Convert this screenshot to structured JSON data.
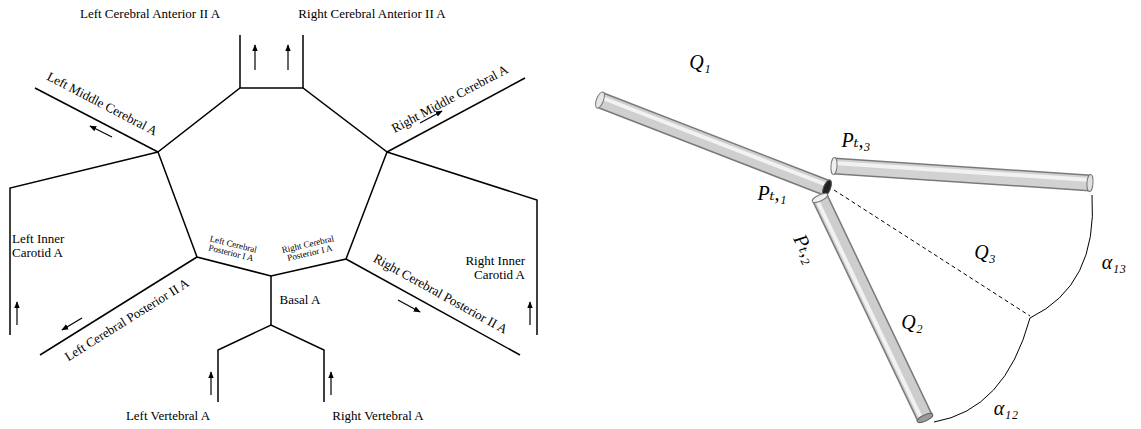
{
  "diagram": {
    "labels": [
      "Left Cerebral Anterior II A",
      "Right Cerebral Anterior II A",
      "Left Middle Cerebral A",
      "Right Middle Cerebral A",
      "Left Inner Carotid A",
      "Right Inner Carotid A",
      "Left Cerebral Posterior I A",
      "Right Cerebral Posterior I A",
      "Basal A",
      "Left Cerebral Posterior II A",
      "Right Cerebral Posterior II A",
      "Left Vertebral A",
      "Right Vertebral A",
      "Q₁",
      "Pₜ,₁",
      "Pₜ,₃",
      "Pₜ,₂",
      "Q₃",
      "Q₂",
      "α₁₃",
      "α₁₂"
    ]
  }
}
